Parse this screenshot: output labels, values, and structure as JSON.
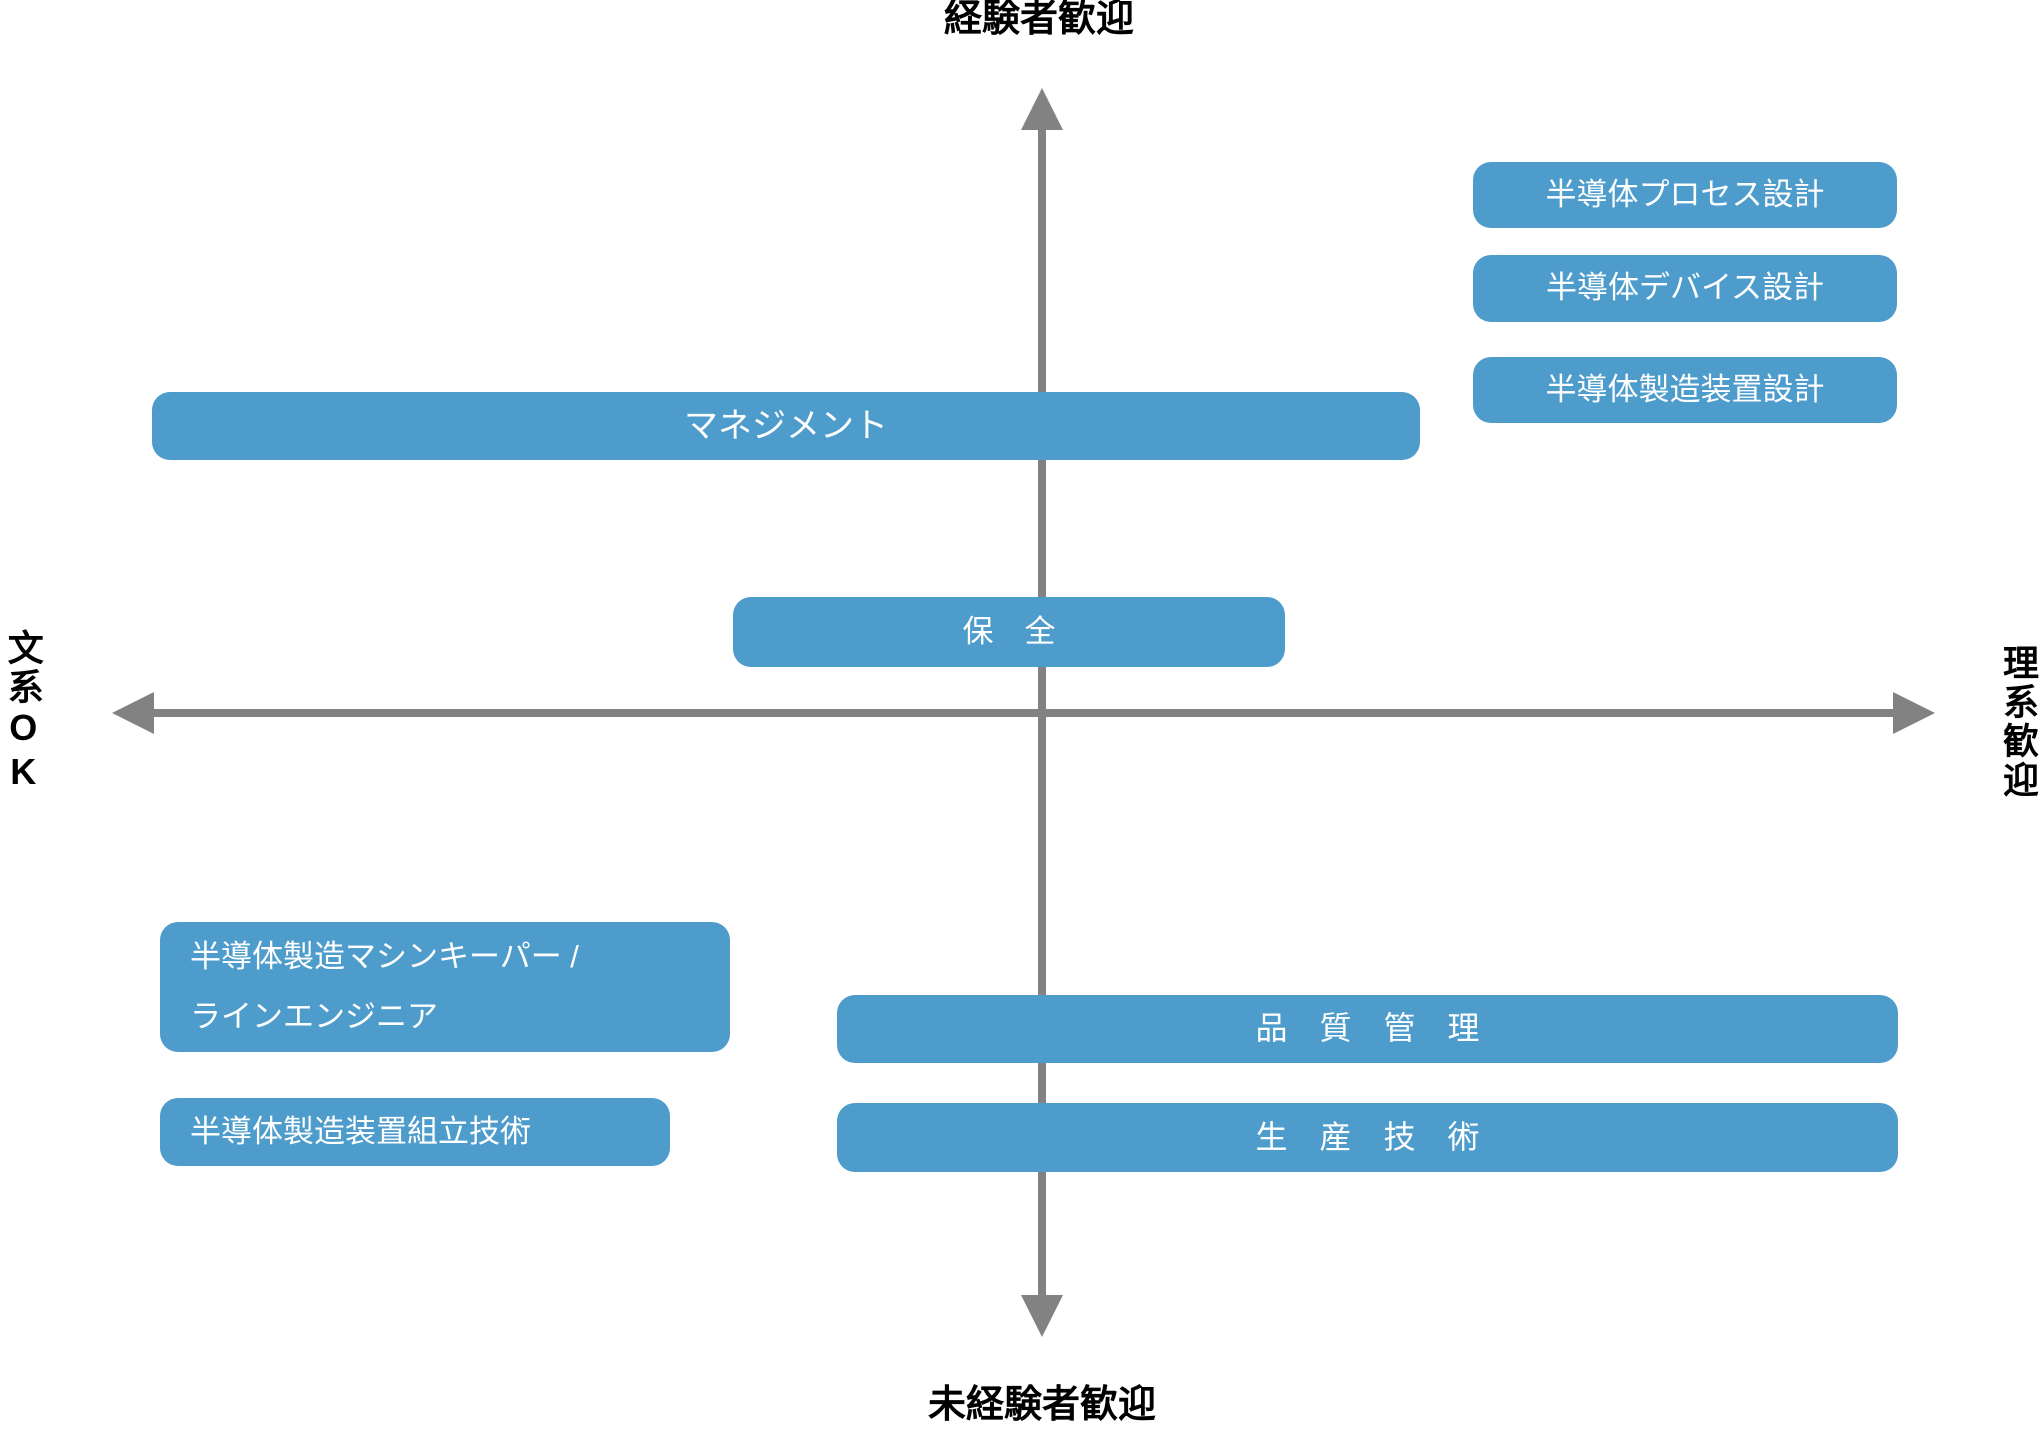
{
  "diagram": {
    "type": "quadrant-positioning-map",
    "axis_labels": {
      "top": "経験者歓迎",
      "bottom": "未経験者歓迎",
      "left": "文系OK",
      "right": "理系歓迎"
    },
    "colors": {
      "box_fill": "#4D9CCB",
      "box_text": "#FFFFFF",
      "axis": "#828282",
      "axis_label_text": "#000000"
    },
    "boxes": [
      {
        "name": "semiconductor-process-design",
        "label": "半導体プロセス設計"
      },
      {
        "name": "semiconductor-device-design",
        "label": "半導体デバイス設計"
      },
      {
        "name": "semiconductor-equipment-design",
        "label": "半導体製造装置設計"
      },
      {
        "name": "management",
        "label": "マネジメント"
      },
      {
        "name": "maintenance",
        "label": "保　全"
      },
      {
        "name": "machine-keeper-line-engineer",
        "label": "半導体製造マシンキーパー /\nラインエンジニア"
      },
      {
        "name": "equipment-assembly-technology",
        "label": "半導体製造装置組立技術"
      },
      {
        "name": "quality-control",
        "label": "品　質　管　理"
      },
      {
        "name": "production-engineering",
        "label": "生　産　技　術"
      }
    ]
  }
}
